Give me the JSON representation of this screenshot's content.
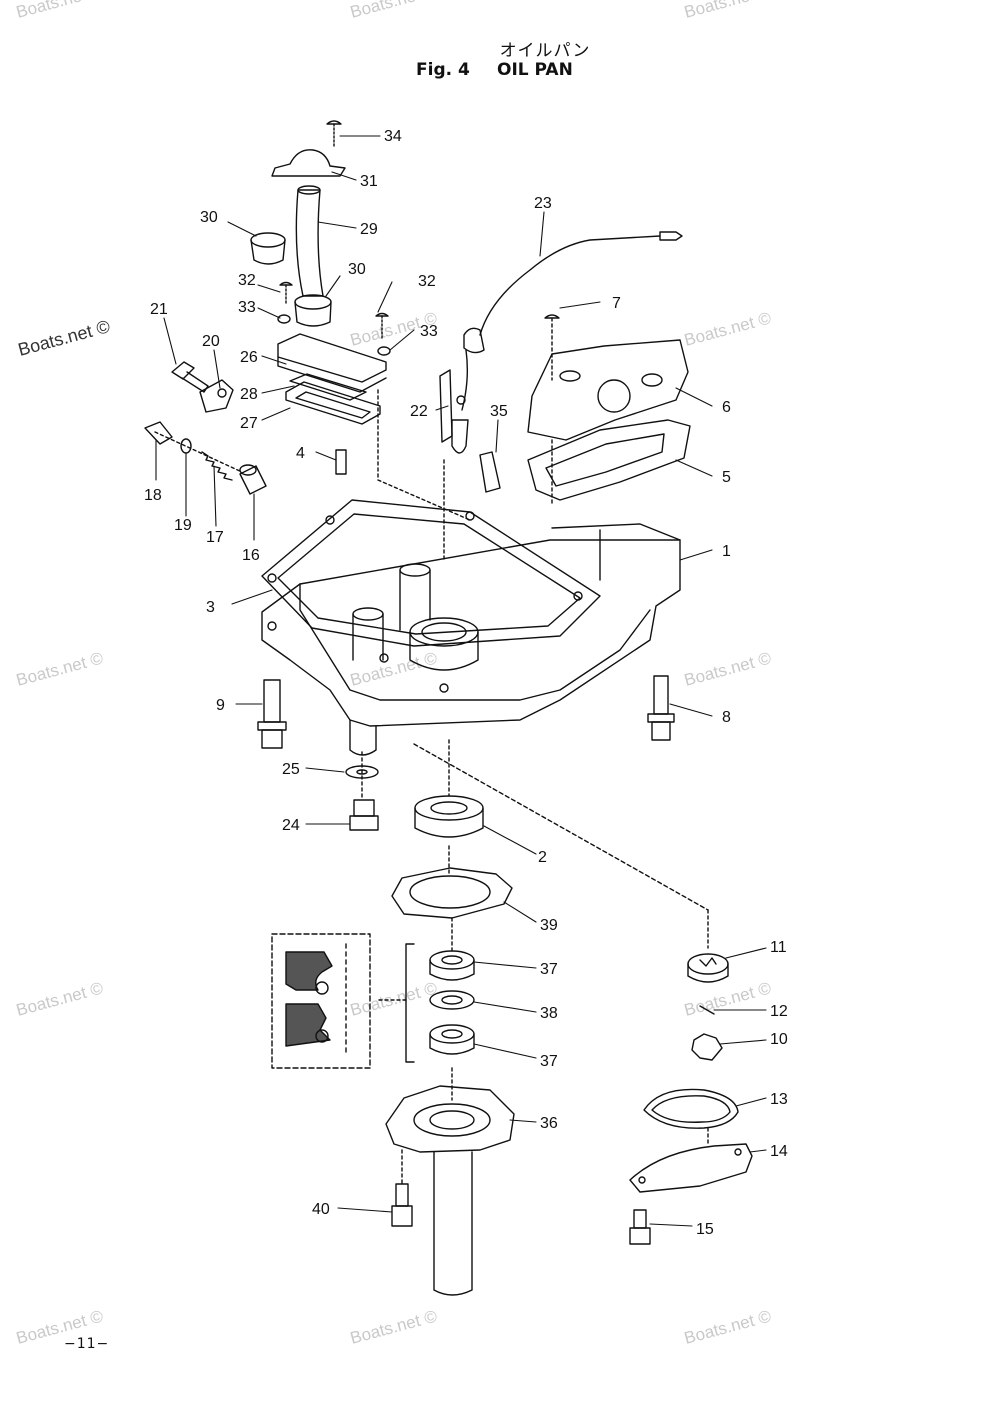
{
  "header": {
    "title_jp": "オイルパン",
    "fig_number": "Fig. 4",
    "fig_title": "OIL PAN"
  },
  "footer": {
    "page_number": "−11−"
  },
  "watermarks": {
    "text": "Boats.net ©",
    "prominent": "Boats.net ©"
  },
  "callouts": {
    "p1": "1",
    "p2": "2",
    "p3": "3",
    "p4": "4",
    "p5": "5",
    "p6": "6",
    "p7": "7",
    "p8": "8",
    "p9": "9",
    "p10": "10",
    "p11": "11",
    "p12": "12",
    "p13": "13",
    "p14": "14",
    "p15": "15",
    "p16": "16",
    "p17": "17",
    "p18": "18",
    "p19": "19",
    "p20": "20",
    "p21": "21",
    "p22": "22",
    "p23": "23",
    "p24": "24",
    "p25": "25",
    "p26": "26",
    "p27": "27",
    "p28": "28",
    "p29": "29",
    "p30a": "30",
    "p30b": "30",
    "p31": "31",
    "p32a": "32",
    "p32b": "32",
    "p33a": "33",
    "p33b": "33",
    "p34": "34",
    "p35": "35",
    "p36": "36",
    "p37a": "37",
    "p37b": "37",
    "p38": "38",
    "p39": "39",
    "p40": "40"
  },
  "colors": {
    "ink": "#111111",
    "watermark": "#c9c9c9",
    "paper": "#ffffff"
  }
}
